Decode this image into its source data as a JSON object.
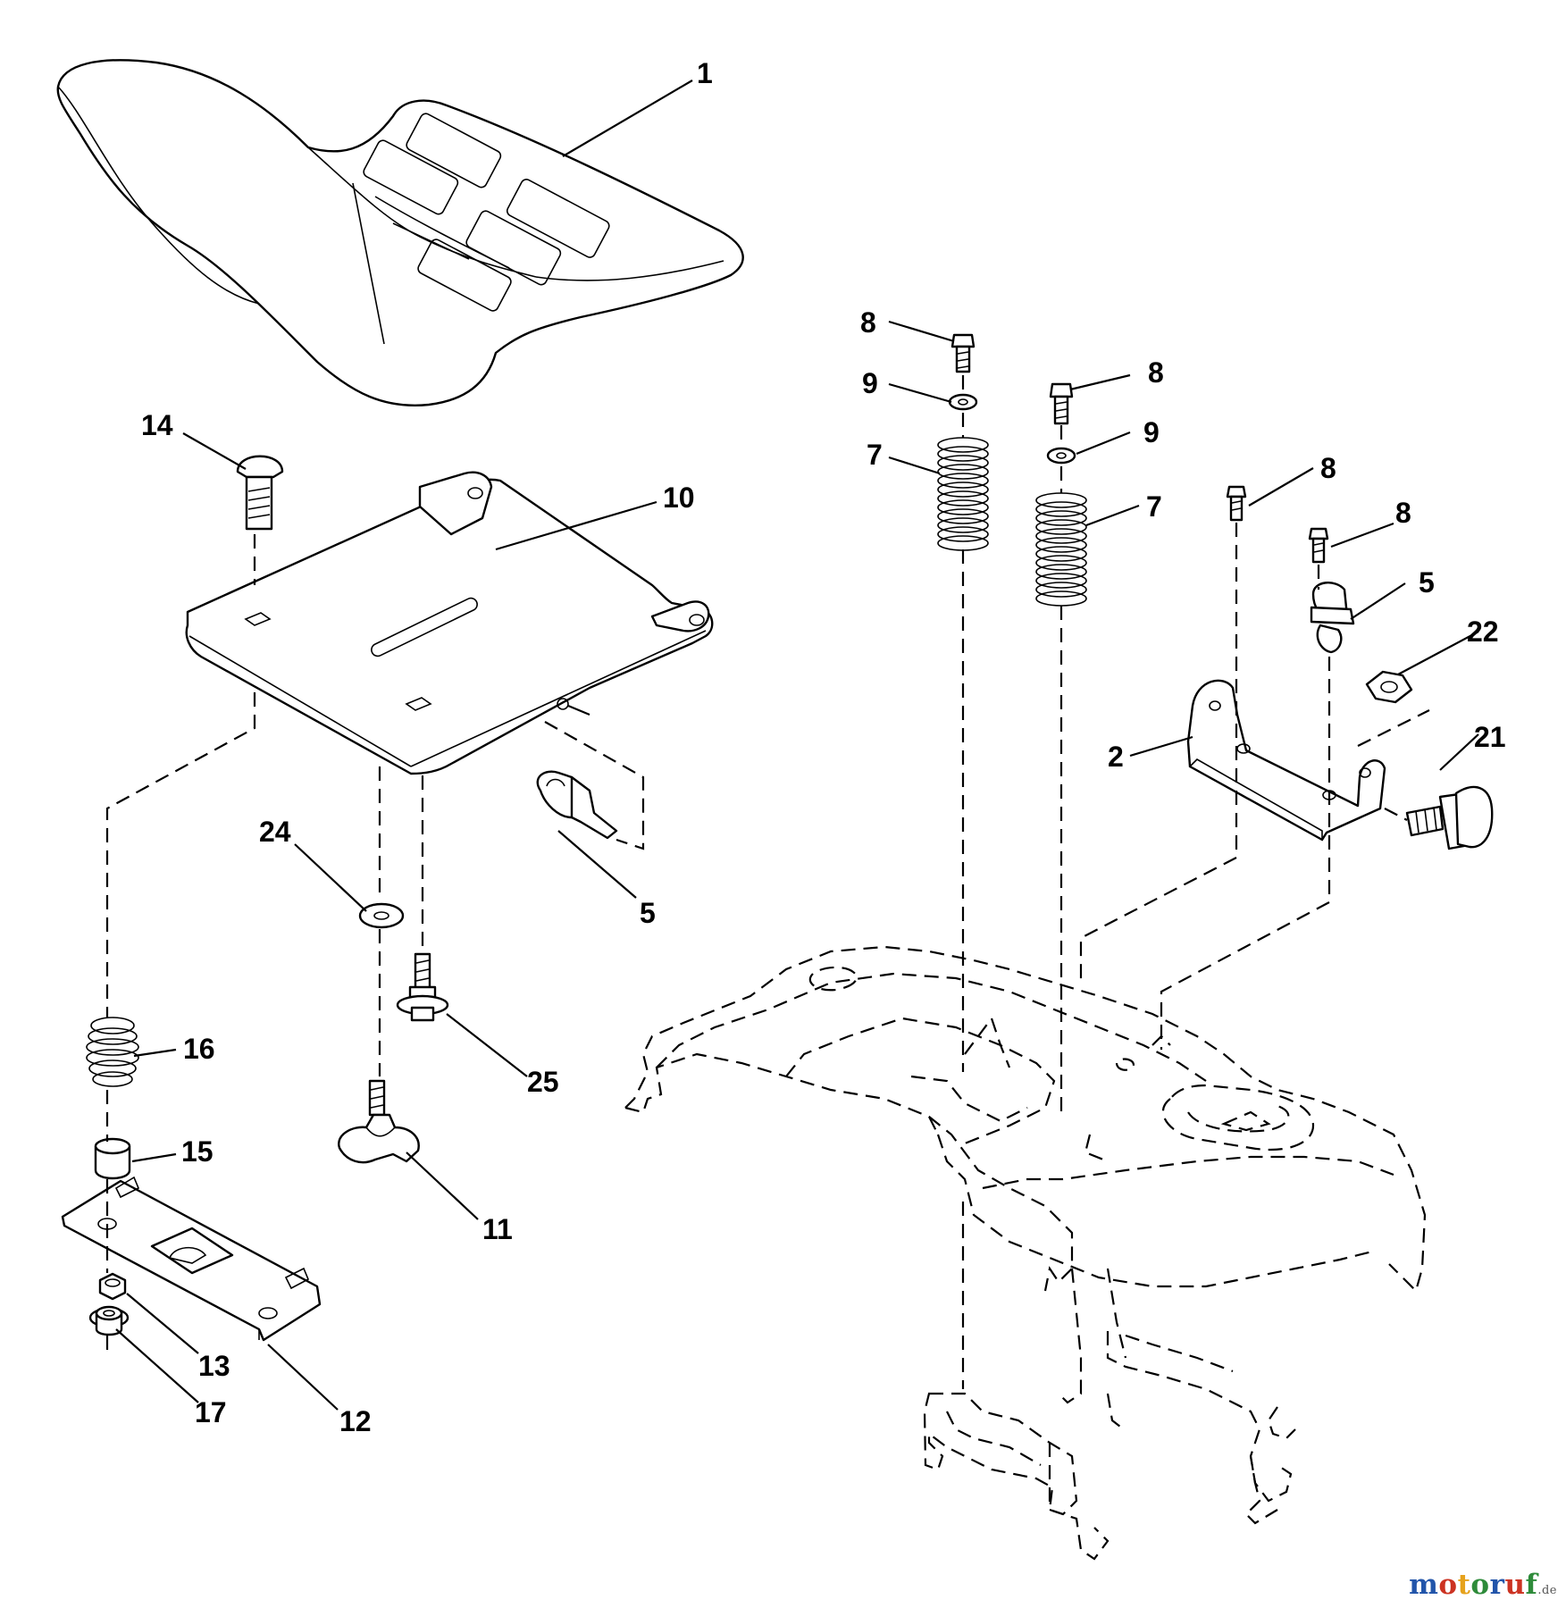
{
  "callouts": [
    {
      "id": "c1",
      "label": "1"
    },
    {
      "id": "c14",
      "label": "14"
    },
    {
      "id": "c10",
      "label": "10"
    },
    {
      "id": "c24",
      "label": "24"
    },
    {
      "id": "c5a",
      "label": "5"
    },
    {
      "id": "c16",
      "label": "16"
    },
    {
      "id": "c15",
      "label": "15"
    },
    {
      "id": "c25",
      "label": "25"
    },
    {
      "id": "c11",
      "label": "11"
    },
    {
      "id": "c13",
      "label": "13"
    },
    {
      "id": "c17",
      "label": "17"
    },
    {
      "id": "c12",
      "label": "12"
    },
    {
      "id": "c8a",
      "label": "8"
    },
    {
      "id": "c9a",
      "label": "9"
    },
    {
      "id": "c7a",
      "label": "7"
    },
    {
      "id": "c8b",
      "label": "8"
    },
    {
      "id": "c9b",
      "label": "9"
    },
    {
      "id": "c7b",
      "label": "7"
    },
    {
      "id": "c8c",
      "label": "8"
    },
    {
      "id": "c8d",
      "label": "8"
    },
    {
      "id": "c5b",
      "label": "5"
    },
    {
      "id": "c22",
      "label": "22"
    },
    {
      "id": "c2",
      "label": "2"
    },
    {
      "id": "c21",
      "label": "21"
    }
  ],
  "watermark": {
    "letters": [
      "m",
      "o",
      "t",
      "o",
      "r",
      "u",
      "f"
    ],
    "suffix": ".de",
    "colors": [
      "#2255aa",
      "#cc3322",
      "#e6a21c",
      "#2e8b3a",
      "#2255aa",
      "#cc3322",
      "#2e8b3a"
    ]
  }
}
